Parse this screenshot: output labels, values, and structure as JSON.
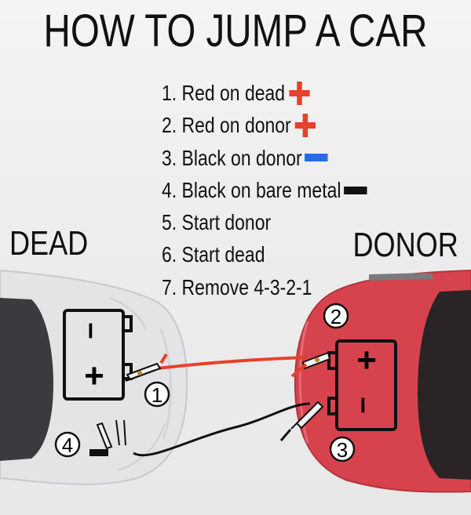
{
  "title": "HOW TO JUMP A CAR",
  "steps": [
    {
      "text": "1. Red on dead",
      "icon": "red-plus-icon"
    },
    {
      "text": "2. Red on donor",
      "icon": "red-plus-icon"
    },
    {
      "text": "3. Black on donor",
      "icon": "blue-minus-icon"
    },
    {
      "text": "4. Black on bare metal",
      "icon": "black-block-icon"
    },
    {
      "text": "5. Start donor",
      "icon": ""
    },
    {
      "text": "6. Start dead",
      "icon": ""
    },
    {
      "text": "7. Remove 4-3-2-1",
      "icon": ""
    }
  ],
  "labels": {
    "dead": "DEAD",
    "donor": "DONOR"
  },
  "battery": {
    "plus": "+",
    "minus": "–"
  },
  "markers": {
    "m1": "1",
    "m2": "2",
    "m3": "3",
    "m4": "4"
  },
  "colors": {
    "red": "#e8402a",
    "blue": "#2a6be0",
    "black": "#111111",
    "dead_car": "#e9e9ea",
    "donor_car": "#d8434e"
  }
}
